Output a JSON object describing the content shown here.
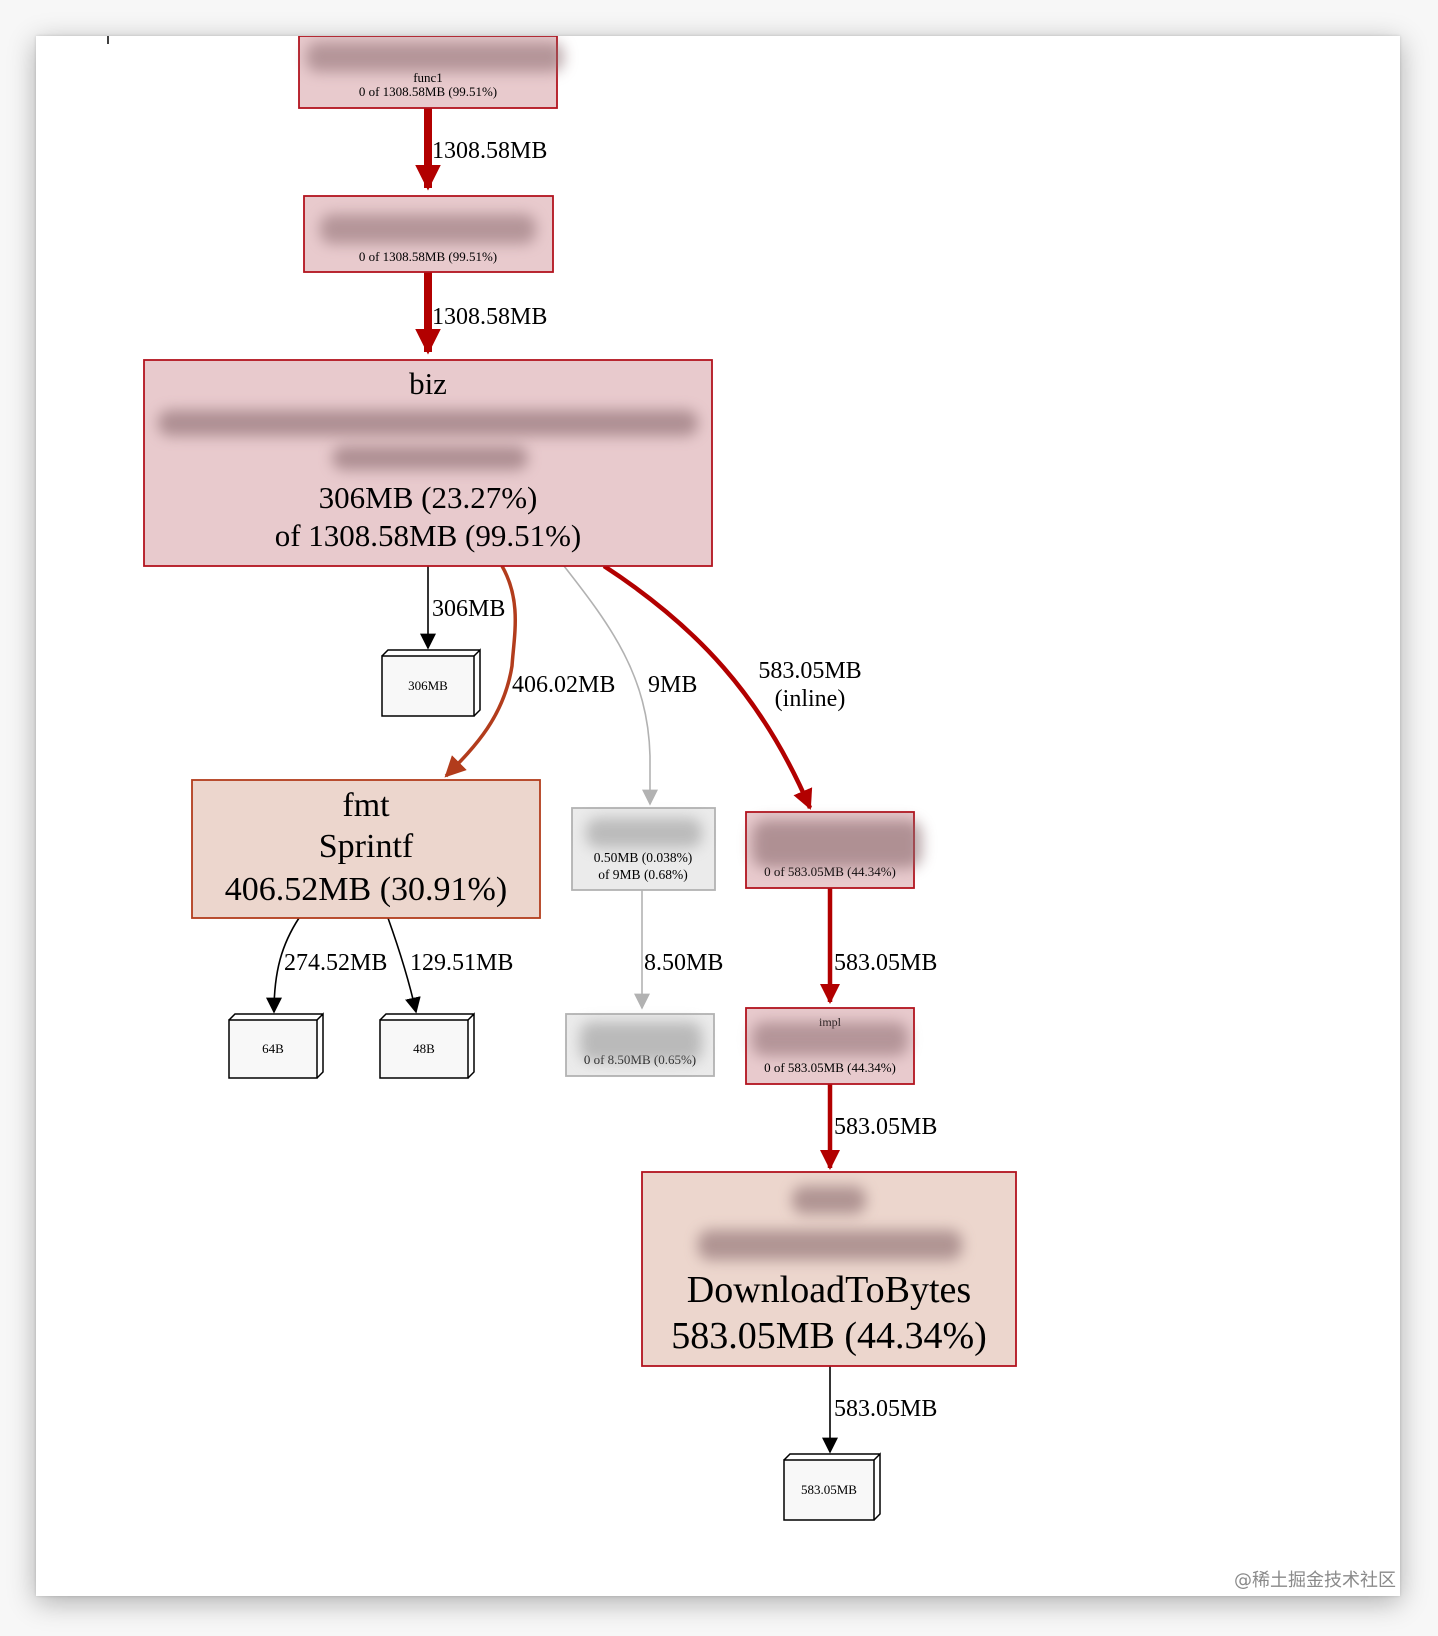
{
  "colors": {
    "hot_fill": "#e8cacd",
    "hot_stroke": "#b2131e",
    "warm_fill": "#ecd6cd",
    "warm_stroke": "#b23c1c",
    "cold_fill": "#ebebeb",
    "cold_stroke": "#b2b2b2",
    "leaf_fill": "#f8f8f8",
    "edge_hot": "#b20000",
    "edge_warm": "#b23c1c",
    "edge_cold": "#b2b2b2",
    "edge_neutral": "#000000"
  },
  "nodes": {
    "func1": {
      "name": "func1",
      "stats": "0 of 1308.58MB (99.51%)"
    },
    "caller": {
      "stats": "0 of 1308.58MB (99.51%)"
    },
    "biz": {
      "package": "biz",
      "flat": "306MB (23.27%)",
      "cum": "of 1308.58MB (99.51%)"
    },
    "leaf_306": {
      "label": "306MB"
    },
    "sprintf": {
      "package": "fmt",
      "name": "Sprintf",
      "flat": "406.52MB (30.91%)"
    },
    "leaf_64": {
      "label": "64B"
    },
    "leaf_48": {
      "label": "48B"
    },
    "small": {
      "flat": "0.50MB (0.038%)",
      "cum": "of 9MB (0.68%)"
    },
    "small_child": {
      "stats": "0 of 8.50MB (0.65%)"
    },
    "inline_node": {
      "stats": "0 of 583.05MB (44.34%)"
    },
    "impl": {
      "name": "impl",
      "stats": "0 of 583.05MB (44.34%)"
    },
    "download": {
      "name": "DownloadToBytes",
      "flat": "583.05MB (44.34%)"
    },
    "leaf_583": {
      "label": "583.05MB"
    }
  },
  "edges": {
    "func1_caller": "1308.58MB",
    "caller_biz": "1308.58MB",
    "biz_leaf": "306MB",
    "biz_sprintf": "406.02MB",
    "biz_small": "9MB",
    "biz_inline": "583.05MB",
    "biz_inline_note": "(inline)",
    "sprintf_64": "274.52MB",
    "sprintf_48": "129.51MB",
    "small_child": "8.50MB",
    "inline_impl": "583.05MB",
    "impl_download": "583.05MB",
    "download_leaf": "583.05MB"
  },
  "watermark": "@稀土掘金技术社区"
}
